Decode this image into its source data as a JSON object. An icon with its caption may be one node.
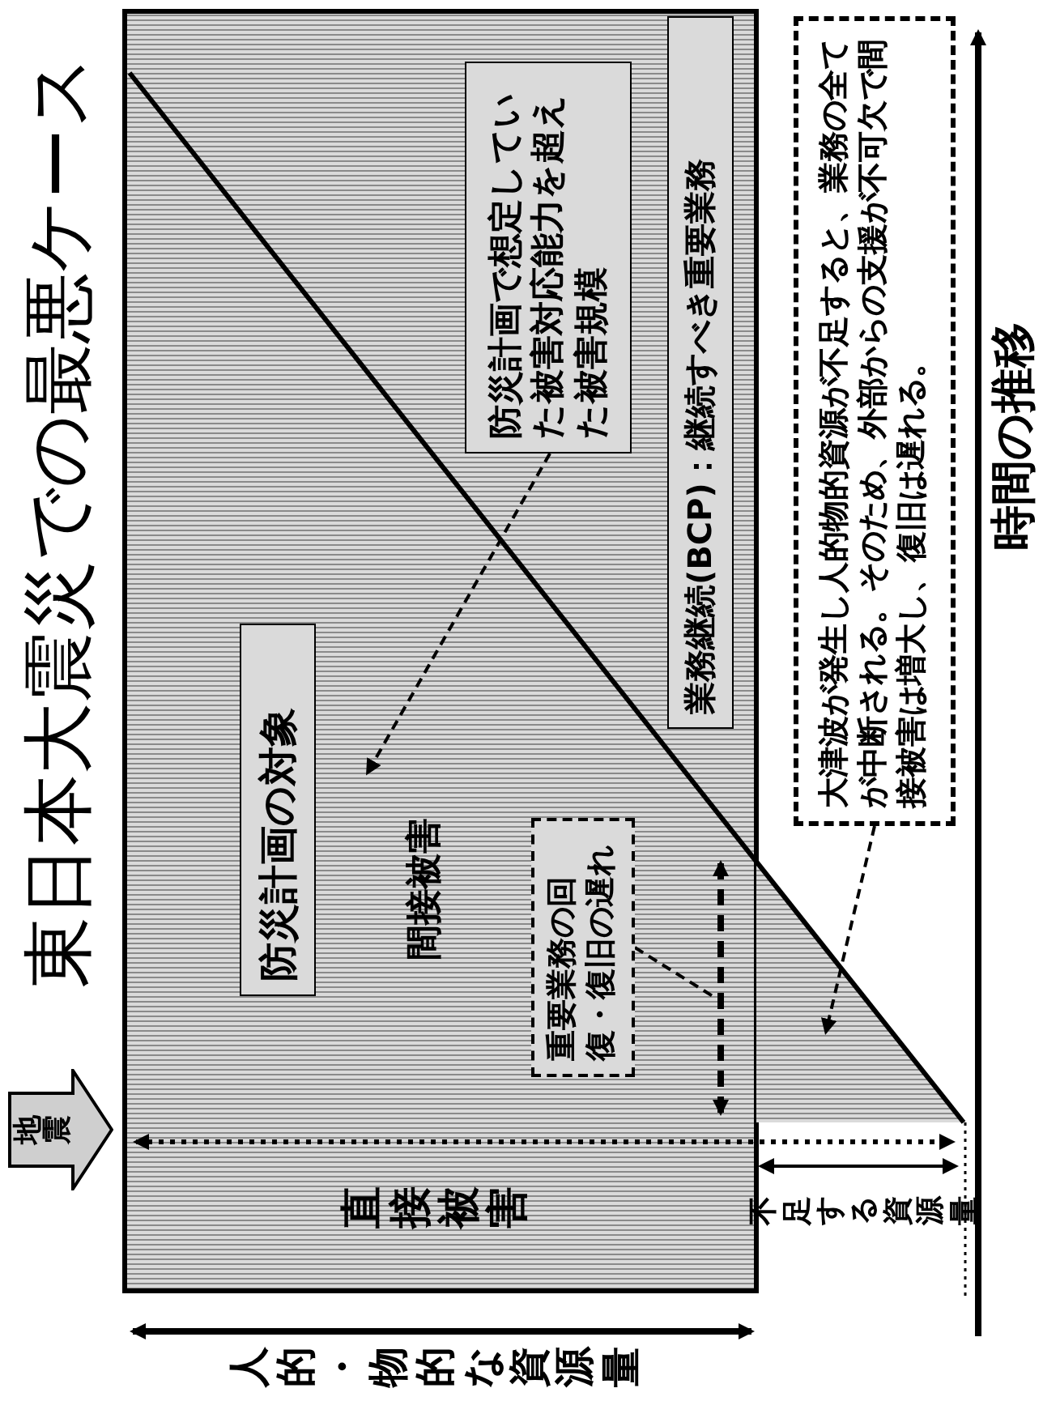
{
  "diagram": {
    "title": "東日本大震災での最悪ケース",
    "nodes": [
      {
        "text": [
          "防災計画で想定していた被害対応能力を超えた被害規模"
        ]
      },
      {
        "text": [
          "業務継続(BCP)：継続すべき重要業務"
        ]
      },
      {
        "text": [
          "大津波が発生し人的物的資源が不足すると、業務の全てが中断される。そのため、外部からの支援が不可欠で間接被害は増大し、復旧は遅れる。"
        ]
      },
      {
        "text": [
          "防災計画の対象"
        ]
      },
      {
        "text": [
          "重要業務の回復・復旧の遅れ"
        ]
      },
      {
        "text": [
          "地震"
        ]
      }
    ],
    "edges": [
      {
        "from": 0,
        "to": null,
        "arrow": "to",
        "style": "dashed"
      },
      {
        "from": 4,
        "to": null,
        "arrow": "none",
        "style": "dashed"
      },
      {
        "from": 2,
        "to": null,
        "arrow": "to",
        "style": "dashed"
      }
    ],
    "labels": [
      "時間の推移",
      "人的・物的な資源量",
      "直接被害",
      "間接被害",
      "不足する資源量"
    ]
  }
}
